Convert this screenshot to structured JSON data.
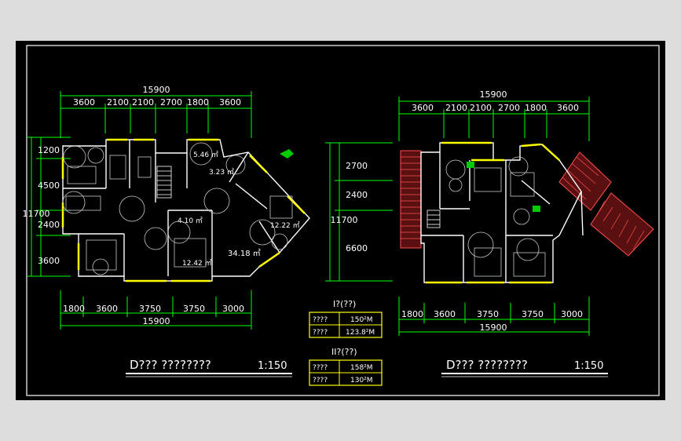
{
  "colors": {
    "background": "#000000",
    "frame": "#ffffff",
    "dimension_lines": "#00ff00",
    "dimension_text": "#ffffff",
    "walls": "#ffffff",
    "windows": "#ffff00",
    "accent_green": "#00cc00",
    "deck": "#ff5050"
  },
  "left_plan": {
    "top_total": "15900",
    "top_segments": [
      "3600",
      "2100",
      "2100",
      "2700",
      "1800",
      "3600"
    ],
    "left_segments": [
      "1200",
      "4500",
      "2400",
      "3600"
    ],
    "left_total": "11700",
    "bottom_segments": [
      "1800",
      "3600",
      "3750",
      "3750",
      "3000"
    ],
    "bottom_total": "15900",
    "room_areas": [
      "5.46 ㎡",
      "3.23 ㎡",
      "4.10 ㎡",
      "12.22 ㎡",
      "12.42 ㎡",
      "34.18 ㎡"
    ],
    "title": "D??? ????????",
    "scale": "1:150"
  },
  "right_plan": {
    "top_total": "15900",
    "top_segments": [
      "3600",
      "2100",
      "2100",
      "2700",
      "1800",
      "3600"
    ],
    "left_segments": [
      "2700",
      "2400",
      "6600"
    ],
    "left_total": "11700",
    "bottom_segments": [
      "1800",
      "3600",
      "3750",
      "3750",
      "3000"
    ],
    "bottom_total": "15900",
    "title": "D??? ????????",
    "scale": "1:150"
  },
  "area_tables": [
    {
      "heading": "I?(??)",
      "rows": [
        {
          "label": "????",
          "value": "150²M"
        },
        {
          "label": "????",
          "value": "123.8²M"
        }
      ]
    },
    {
      "heading": "II?(??)",
      "rows": [
        {
          "label": "????",
          "value": "158²M"
        },
        {
          "label": "????",
          "value": "130²M"
        }
      ]
    }
  ]
}
